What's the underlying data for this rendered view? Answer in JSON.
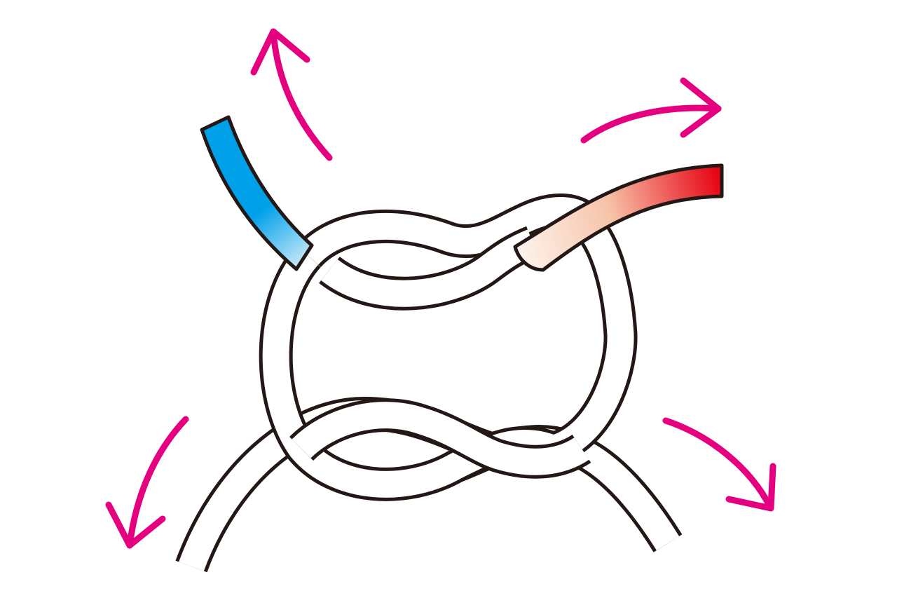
{
  "diagram": {
    "colors": {
      "rope_outline": "#231815",
      "rope_fill": "#ffffff",
      "end_blue": "#00a0e9",
      "end_blue_light": "#c7e9f9",
      "end_red": "#e60012",
      "end_red_light": "#fdf1ea",
      "arrow": "#e4007f",
      "background": "#ffffff"
    },
    "rope_ends": [
      {
        "name": "blue-rope-end",
        "color_key": "end_blue"
      },
      {
        "name": "red-rope-end",
        "color_key": "end_red"
      }
    ],
    "arrows": [
      {
        "name": "arrow-up-left",
        "direction": "up-left"
      },
      {
        "name": "arrow-up-right",
        "direction": "right"
      },
      {
        "name": "arrow-down-left",
        "direction": "down-left"
      },
      {
        "name": "arrow-down-right",
        "direction": "down-right"
      }
    ]
  }
}
